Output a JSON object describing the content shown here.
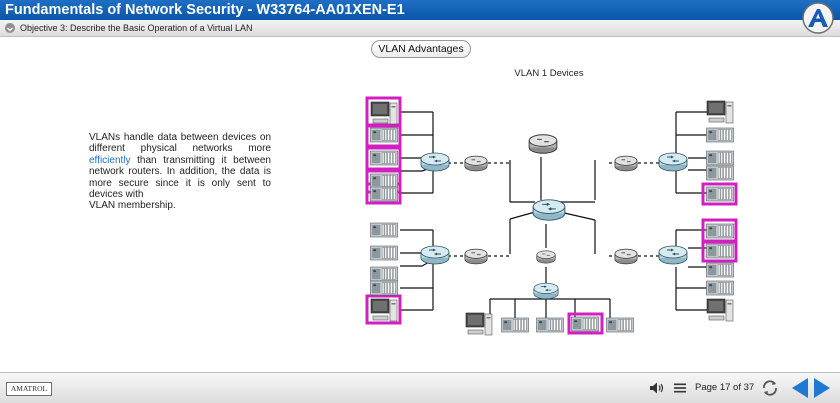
{
  "course": {
    "title": "Fundamentals of Network Security - W33764-AA01XEN-E1"
  },
  "objective": {
    "label": "Objective 3: Describe the Basic Operation of a Virtual LAN"
  },
  "section": {
    "pill_label": "VLAN Advantages"
  },
  "body": {
    "text_part1": "VLANs handle data between devices on different physical networks more ",
    "highlight": "efficiently",
    "text_part2": " than transmitting it between network routers. In addition, the data is more secure since it is only sent to devices with",
    "text_part3": "VLAN membership."
  },
  "diagram": {
    "title": "VLAN 1 Devices",
    "highlight_color": "#d21fc2"
  },
  "footer": {
    "brand": "AMATROL",
    "page_label": "Page 17 of 37"
  },
  "colors": {
    "title_bar": "#0b56a8",
    "nav_arrows": "#1f78d1",
    "highlight": "#1f6fc4"
  },
  "icons": [
    "logo-icon",
    "chevron-down-icon",
    "speaker-icon",
    "menu-icon",
    "reload-icon",
    "prev-arrow-icon",
    "next-arrow-icon"
  ]
}
